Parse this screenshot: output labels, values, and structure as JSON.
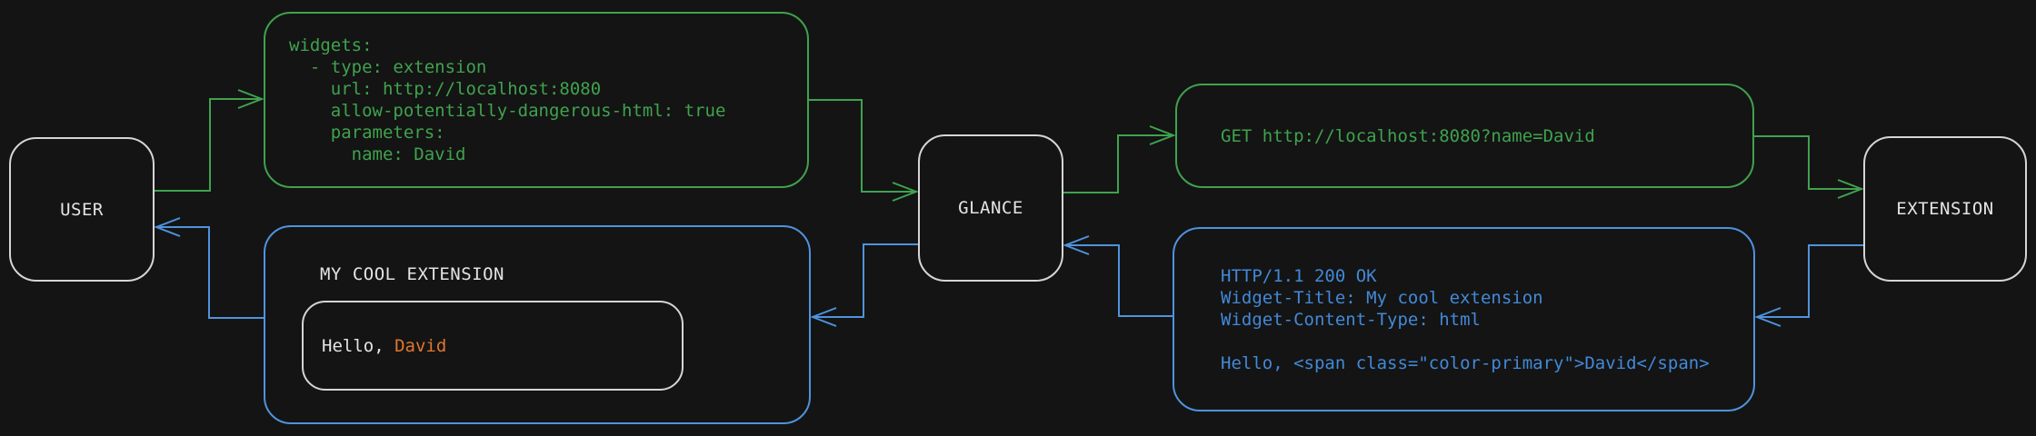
{
  "colors": {
    "background": "#141414",
    "green": "#3fa24e",
    "blue_line": "#4f93dd",
    "blue_text": "#4289d8",
    "orange": "#e0762f",
    "node_border": "#d5d5d5",
    "light_text": "#e4e4e4"
  },
  "nodes": {
    "user": {
      "label": "USER"
    },
    "glance": {
      "label": "GLANCE"
    },
    "extension": {
      "label": "EXTENSION"
    }
  },
  "config_box": {
    "lines": [
      "widgets:",
      "  - type: extension",
      "    url: http://localhost:8080",
      "    allow-potentially-dangerous-html: true",
      "    parameters:",
      "      name: David"
    ]
  },
  "request_box": {
    "text": "GET http://localhost:8080?name=David"
  },
  "response_box": {
    "lines": [
      "HTTP/1.1 200 OK",
      "Widget-Title: My cool extension",
      "Widget-Content-Type: html",
      "",
      "Hello, <span class=\"color-primary\">David</span>"
    ]
  },
  "widget_box": {
    "title": "MY COOL EXTENSION",
    "greeting_prefix": "Hello, ",
    "greeting_name": "David"
  }
}
